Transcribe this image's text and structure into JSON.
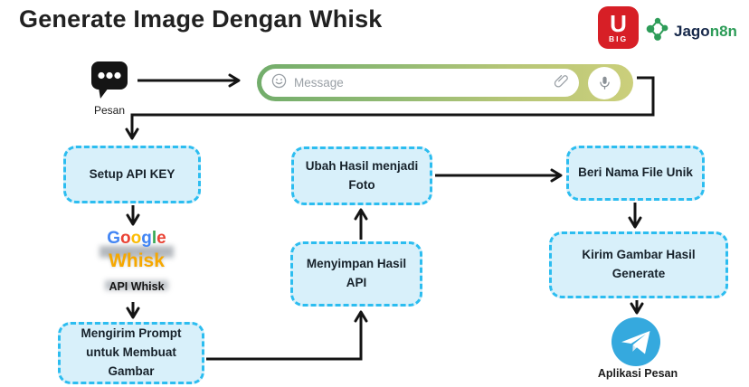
{
  "header": {
    "title": "Generate Image Dengan Whisk",
    "ubig_logo": {
      "letter": "U",
      "caption": "BIG"
    },
    "jagon8n_logo": {
      "prefix": "Jago",
      "suffix": "n8n"
    }
  },
  "pesan": {
    "label": "Pesan"
  },
  "message_bar": {
    "placeholder": "Message"
  },
  "flow": {
    "nodes": [
      {
        "id": "setup-api-key",
        "label": "Setup API KEY"
      },
      {
        "id": "ubah-hasil-menjadi-foto",
        "label": "Ubah Hasil menjadi Foto"
      },
      {
        "id": "beri-nama-file-unik",
        "label": "Beri Nama File Unik"
      },
      {
        "id": "menyimpan-hasil-api",
        "label": "Menyimpan Hasil API"
      },
      {
        "id": "kirim-gambar-hasil-generate",
        "label": "Kirim Gambar Hasil Generate"
      },
      {
        "id": "mengirim-prompt-untuk-membuat-gambar",
        "label": "Mengirim Prompt untuk Membuat Gambar"
      }
    ],
    "edges": [
      "pesan -> message-bar",
      "message-bar -> setup-api-key",
      "setup-api-key -> api-whisk",
      "api-whisk -> mengirim-prompt-untuk-membuat-gambar",
      "mengirim-prompt-untuk-membuat-gambar -> menyimpan-hasil-api",
      "menyimpan-hasil-api -> ubah-hasil-menjadi-foto",
      "ubah-hasil-menjadi-foto -> beri-nama-file-unik",
      "beri-nama-file-unik -> kirim-gambar-hasil-generate",
      "kirim-gambar-hasil-generate -> aplikasi-pesan"
    ]
  },
  "whisk_logo": {
    "google_letters": [
      "G",
      "o",
      "o",
      "g",
      "l",
      "e"
    ],
    "google_colors": [
      "#4285F4",
      "#EA4335",
      "#FBBC05",
      "#4285F4",
      "#34A853",
      "#EA4335"
    ],
    "whisk_text": "Whisk",
    "whisk_color": "#F6A800",
    "caption": "API Whisk"
  },
  "telegram": {
    "label": "Aplikasi Pesan"
  },
  "colors": {
    "node_fill": "#D8F0FA",
    "node_border": "#2CBDF0",
    "arrow": "#141414",
    "ubig_red": "#D71F26",
    "jagon8n_green": "#2D9C58",
    "jagon8n_dark": "#16284A",
    "telegram_blue": "#35A9DE",
    "bar_gradient_left": "#72AD6B",
    "bar_gradient_right": "#CBCF7B"
  }
}
